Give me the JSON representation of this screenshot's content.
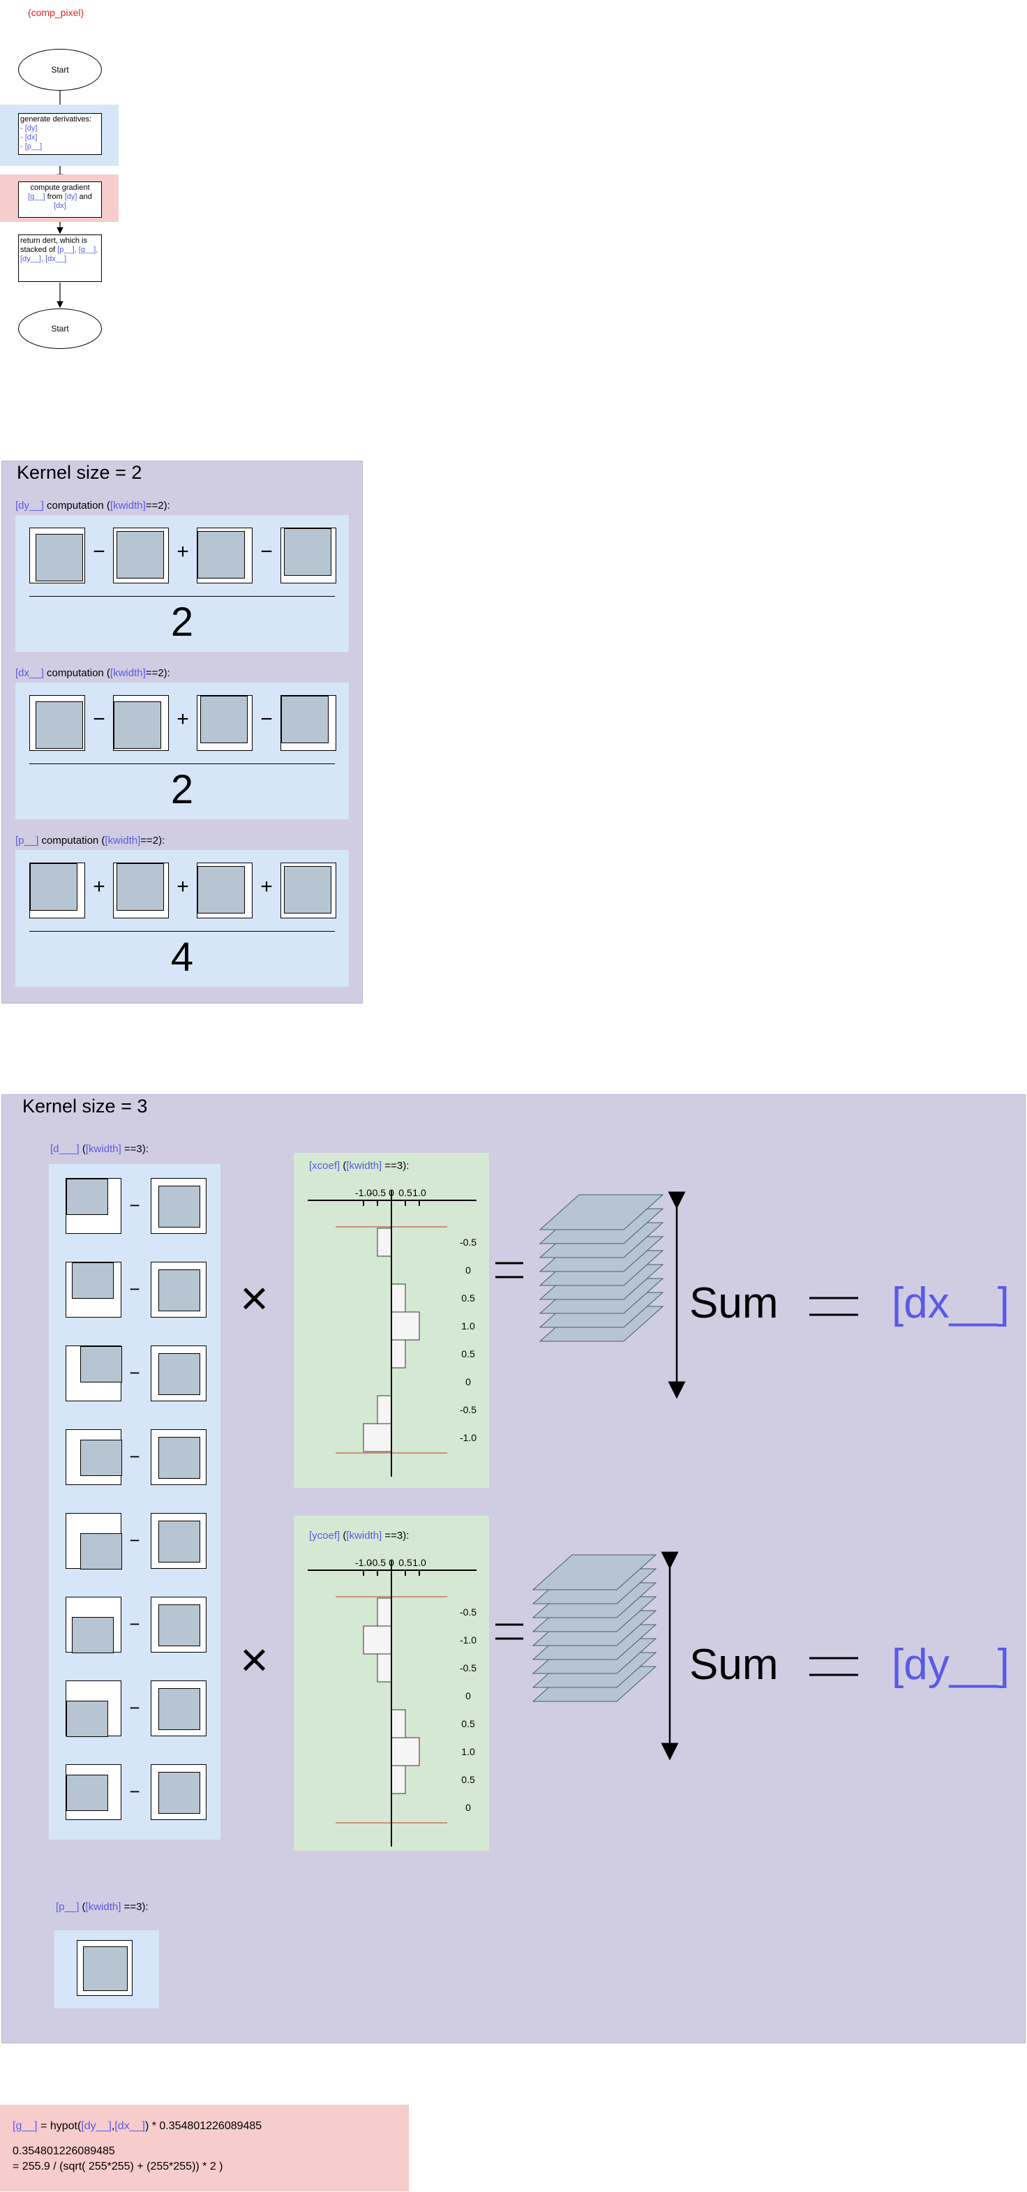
{
  "header": {
    "tag": "(comp_pixel)"
  },
  "flowchart": {
    "start1": "Start",
    "gen_title": "generate derivatives:",
    "gen_items": [
      "[dy]",
      "[dx]",
      "[p__]"
    ],
    "compute_pre": "compute gradient",
    "compute_g": "[g__]",
    "compute_from": "from",
    "compute_dy": "[dy]",
    "compute_and": "and",
    "compute_dx": "[dx]",
    "return_pre": "return dert, which is stacked of",
    "return_p": "[p__],",
    "return_g": "[g__],",
    "return_dy": "[dy__],",
    "return_dx": "[dx__]",
    "start2": "Start"
  },
  "kernel2": {
    "title": "Kernel size = 2",
    "sections": [
      {
        "var": "[dy__]",
        "mid": " computation (",
        "kw": "[kwidth]",
        "end": "==2):",
        "ops": [
          "−",
          "+",
          "−"
        ],
        "denominator": "2"
      },
      {
        "var": "[dx__]",
        "mid": " computation (",
        "kw": "[kwidth]",
        "end": "==2):",
        "ops": [
          "−",
          "+",
          "−"
        ],
        "denominator": "2"
      },
      {
        "var": "[p__]",
        "mid": " computation (",
        "kw": "[kwidth]",
        "end": "==2):",
        "ops": [
          "+",
          "+",
          "+"
        ],
        "denominator": "4"
      }
    ]
  },
  "kernel3": {
    "title": "Kernel size = 3",
    "d_label": {
      "var": "[d___]",
      "open": " (",
      "kw": "[kwidth]",
      "end": " ==3):"
    },
    "pair_op": "−",
    "times": "×",
    "equals": "=",
    "sum": "Sum",
    "xcoef": {
      "var": "[xcoef]",
      "open": " (",
      "kw": "[kwidth]",
      "end": " ==3):",
      "ticks": [
        "-1.0",
        "-0.5",
        "0",
        "0.5",
        "1.0"
      ],
      "values": [
        -0.5,
        0,
        0.5,
        1.0,
        0.5,
        0,
        -0.5,
        -1.0
      ],
      "value_labels": [
        "-0.5",
        "0",
        "0.5",
        "1.0",
        "0.5",
        "0",
        "-0.5",
        "-1.0"
      ],
      "result": "[dx__]"
    },
    "ycoef": {
      "var": "[ycoef]",
      "open": " (",
      "kw": "[kwidth]",
      "end": " ==3):",
      "ticks": [
        "-1.0",
        "-0.5",
        "0",
        "0.5",
        "1.0"
      ],
      "values": [
        -0.5,
        -1.0,
        -0.5,
        0,
        0.5,
        1.0,
        0.5,
        0
      ],
      "value_labels": [
        "-0.5",
        "-1.0",
        "-0.5",
        "0",
        "0.5",
        "1.0",
        "0.5",
        "0"
      ],
      "result": "[dy__]"
    },
    "p_label": {
      "var": "[p__]",
      "open": " (",
      "kw": "[kwidth]",
      "end": " ==3):"
    }
  },
  "formula": {
    "g": "[g__]",
    "eq": " = hypot(",
    "dy": "[dy__]",
    "comma": ",",
    "dx": "[dx__]",
    "tail": ") * 0.354801226089485",
    "line2": "0.354801226089485",
    "line3": "=  255.9 / (sqrt( 255*255) + (255*255)) * 2 )"
  },
  "colors": {
    "accent": "#5a5ae6",
    "panel": "#d0cde3",
    "blue_box": "#d6e6f8",
    "green_box": "#d5e8d4",
    "pink": "#f6cccd",
    "square": "#b7c5d2"
  }
}
